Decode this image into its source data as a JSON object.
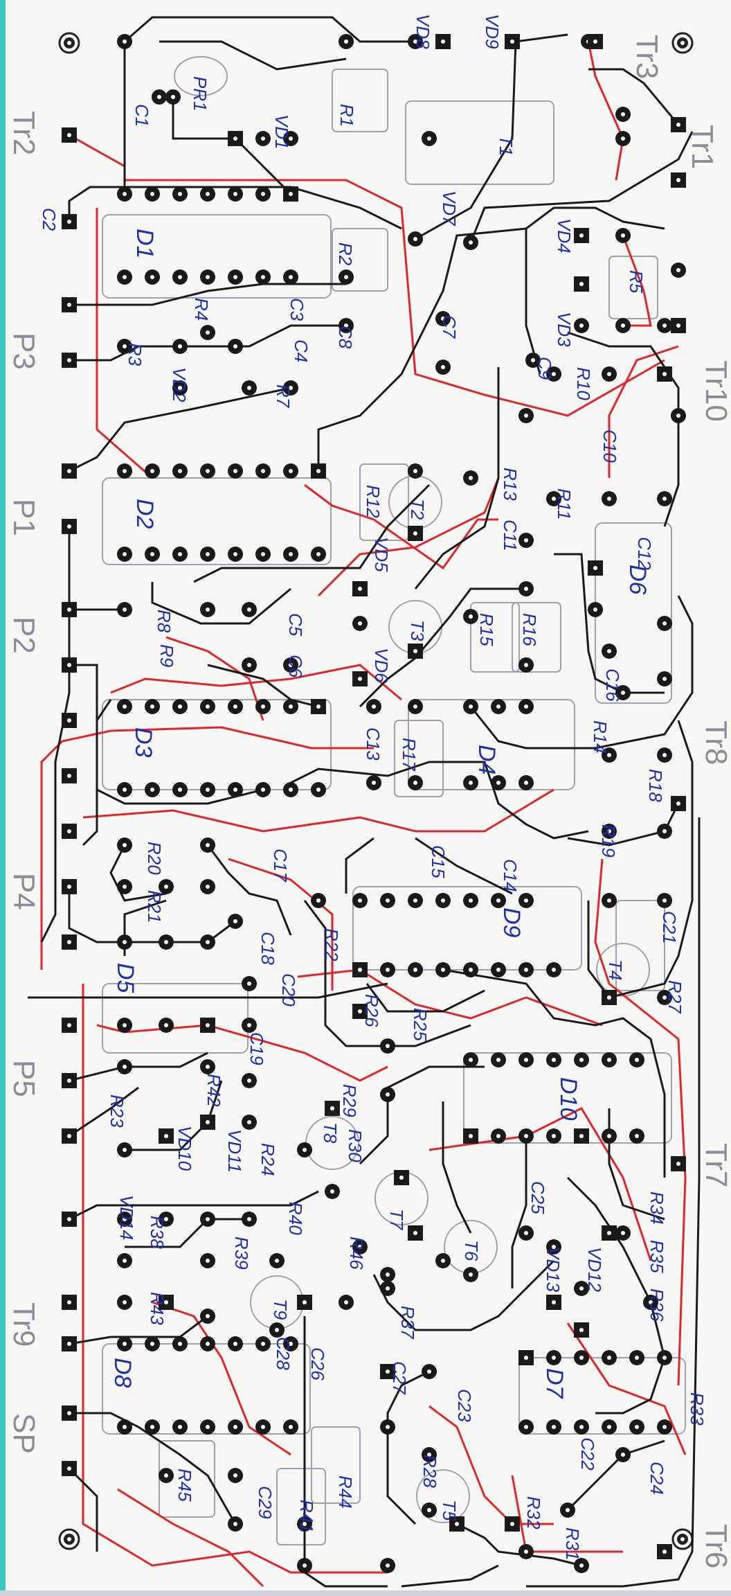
{
  "colors": {
    "background": "#f7f8f5",
    "trace_black": "#1a1a1a",
    "trace_red": "#e0262b",
    "outline_gray": "#9ea2aa",
    "label_blue": "#1f2fa8",
    "edge_label_gray": "#8a8d95",
    "left_edge_teal": "#37c7bd"
  },
  "edge_labels": {
    "tr3": "Tr3",
    "tr2": "Tr2",
    "tr10": "Tr10",
    "p3": "P3",
    "p1": "P1",
    "p2": "P2",
    "tr8": "Tr8",
    "p4": "P4",
    "p5": "P5",
    "tr7": "Tr7",
    "tr9": "Tr9",
    "sp": "SP",
    "tr6": "Tr6",
    "tr1": "Tr1"
  },
  "components": {
    "vd8": "VD8",
    "vd9": "VD9",
    "r1": "R1",
    "pr1": "PR1",
    "c1": "C1",
    "vd1": "VD1",
    "t1": "T1",
    "c2": "C2",
    "d1": "D1",
    "r2": "R2",
    "vd7": "VD7",
    "vd4": "VD4",
    "r5": "R5",
    "vd3": "VD3",
    "r4": "R4",
    "c3": "C3",
    "c4": "C4",
    "c8": "C8",
    "c7": "C7",
    "r3": "R3",
    "vd2": "VD2",
    "r7": "R7",
    "c9": "C9",
    "r10": "R10",
    "c10": "C10",
    "r13": "R13",
    "r11": "R11",
    "d2": "D2",
    "r12": "R12",
    "t2": "T2",
    "c11": "C11",
    "c12": "C12",
    "d6": "D6",
    "vd5": "VD5",
    "r8": "R8",
    "r9": "R9",
    "c5": "C5",
    "c6": "C6",
    "vd6": "VD6",
    "t3": "T3",
    "r15": "R15",
    "r16": "R16",
    "c16": "C16",
    "d3": "D3",
    "c13": "C13",
    "r17": "R17",
    "d4": "D4",
    "r14": "R14",
    "r18": "R18",
    "r20": "R20",
    "c17": "C17",
    "c15": "C15",
    "c14": "C14",
    "r19": "R19",
    "r21": "R21",
    "r22": "R22",
    "d9": "D9",
    "c21": "C21",
    "d5": "D5",
    "c18": "C18",
    "c20": "C20",
    "r26": "R26",
    "r25": "R25",
    "t4": "T4",
    "r27": "R27",
    "c19": "C19",
    "d10": "D10",
    "r42": "R42",
    "r23": "R23",
    "vd10": "VD10",
    "vd11": "VD11",
    "r29": "R29",
    "r30": "R30",
    "t8": "T8",
    "r24": "R24",
    "c25": "C25",
    "r34": "R34",
    "vd14": "VD14",
    "t7": "T7",
    "r40": "R40",
    "r38": "R38",
    "r39": "R39",
    "r46": "R46",
    "t6": "T6",
    "vd13": "VD13",
    "vd12": "VD12",
    "r35": "R35",
    "r36": "R36",
    "r43": "R43",
    "t9": "T9",
    "r37": "R37",
    "c28": "C28",
    "c26": "C26",
    "c27": "C27",
    "d8": "D8",
    "c23": "C23",
    "d7": "D7",
    "r33": "R33",
    "c22": "C22",
    "r28": "R28",
    "r45": "R45",
    "c29": "C29",
    "r44": "R44",
    "r41": "R41",
    "t5": "T5",
    "r32": "R32",
    "r31": "R31",
    "c24": "C24"
  }
}
